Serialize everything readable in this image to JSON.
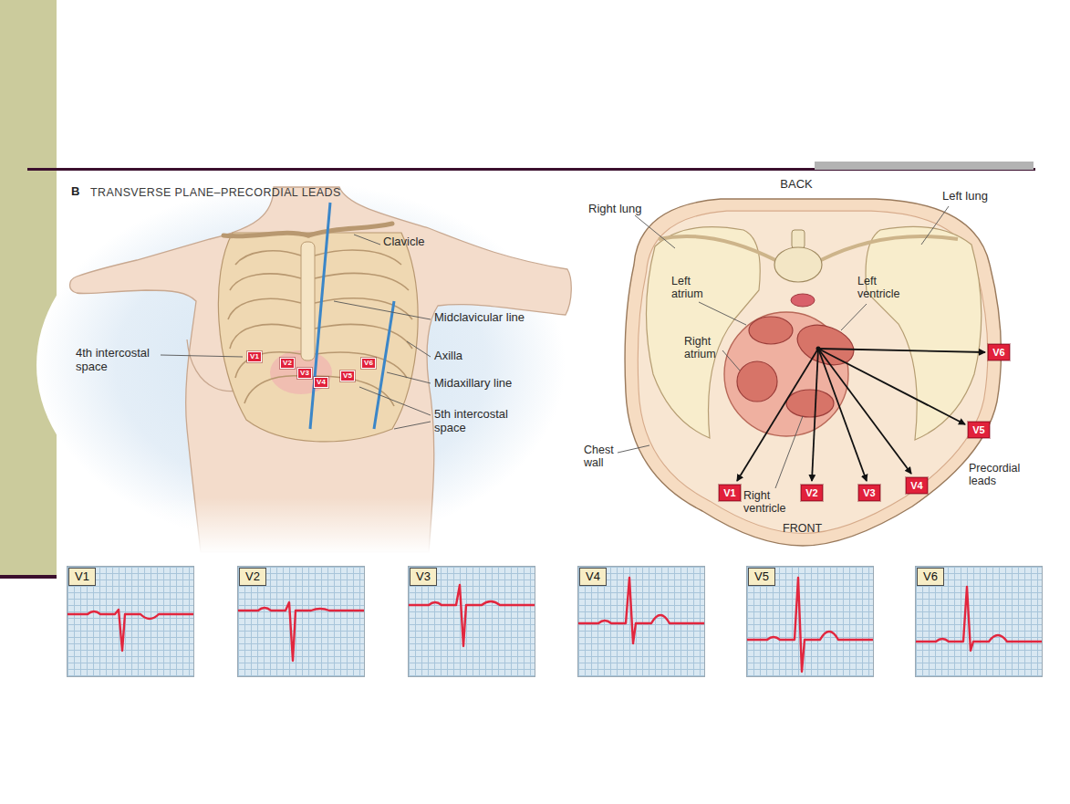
{
  "diagram": {
    "title": "TRANSVERSE PLANE–PRECORDIAL LEADS",
    "nodes": [
      {
        "text": [
          "V1"
        ]
      },
      {
        "text": [
          "V2"
        ]
      },
      {
        "text": [
          "V3"
        ]
      },
      {
        "text": [
          "V4"
        ]
      },
      {
        "text": [
          "V5"
        ]
      },
      {
        "text": [
          "V6"
        ]
      },
      {
        "text": [
          "V1"
        ]
      },
      {
        "text": [
          "V2"
        ]
      },
      {
        "text": [
          "V3"
        ]
      },
      {
        "text": [
          "V4"
        ]
      },
      {
        "text": [
          "V5"
        ]
      },
      {
        "text": [
          "V6"
        ]
      },
      {
        "text": [
          "V1"
        ]
      },
      {
        "text": [
          "V2"
        ]
      },
      {
        "text": [
          "V3"
        ]
      },
      {
        "text": [
          "V4"
        ]
      },
      {
        "text": [
          "V5"
        ]
      },
      {
        "text": [
          "V6"
        ]
      }
    ],
    "labels": [
      "B",
      "Clavicle",
      "Midclavicular line",
      "Axilla",
      "Midaxillary line",
      "4th intercostal space",
      "5th intercostal space",
      "BACK",
      "Right lung",
      "Left lung",
      "Left atrium",
      "Left ventricle",
      "Right atrium",
      "Chest wall",
      "Right ventricle",
      "Precordial leads",
      "FRONT"
    ]
  }
}
